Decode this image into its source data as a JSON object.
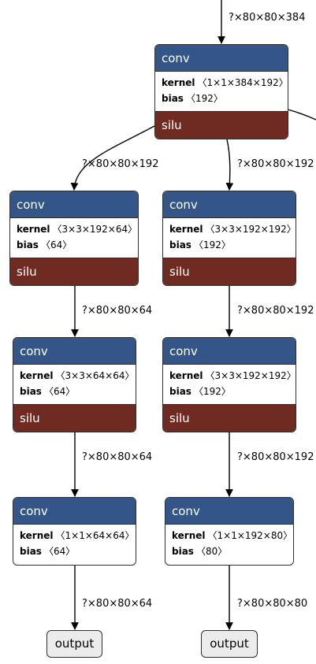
{
  "colors": {
    "header": "#335588",
    "activation": "#6f2a22",
    "output_fill": "#ececec",
    "stroke": "#2e2e2e"
  },
  "edges": [
    {
      "label": "?×80×80×384"
    },
    {
      "label": "?×80×80×192"
    },
    {
      "label": "?×80×80×192"
    },
    {
      "label": "?×80×80×64"
    },
    {
      "label": "?×80×80×192"
    },
    {
      "label": "?×80×80×64"
    },
    {
      "label": "?×80×80×192"
    },
    {
      "label": "?×80×80×64"
    },
    {
      "label": "?×80×80×80"
    }
  ],
  "nodes": {
    "top": {
      "title": "conv",
      "kernel_key": "kernel",
      "kernel_val": "〈1×1×384×192〉",
      "bias_key": "bias",
      "bias_val": "〈192〉",
      "activation": "silu"
    },
    "left1": {
      "title": "conv",
      "kernel_key": "kernel",
      "kernel_val": "〈3×3×192×64〉",
      "bias_key": "bias",
      "bias_val": "〈64〉",
      "activation": "silu"
    },
    "right1": {
      "title": "conv",
      "kernel_key": "kernel",
      "kernel_val": "〈3×3×192×192〉",
      "bias_key": "bias",
      "bias_val": "〈192〉",
      "activation": "silu"
    },
    "left2": {
      "title": "conv",
      "kernel_key": "kernel",
      "kernel_val": "〈3×3×64×64〉",
      "bias_key": "bias",
      "bias_val": "〈64〉",
      "activation": "silu"
    },
    "right2": {
      "title": "conv",
      "kernel_key": "kernel",
      "kernel_val": "〈3×3×192×192〉",
      "bias_key": "bias",
      "bias_val": "〈192〉",
      "activation": "silu"
    },
    "left3": {
      "title": "conv",
      "kernel_key": "kernel",
      "kernel_val": "〈1×1×64×64〉",
      "bias_key": "bias",
      "bias_val": "〈64〉"
    },
    "right3": {
      "title": "conv",
      "kernel_key": "kernel",
      "kernel_val": "〈1×1×192×80〉",
      "bias_key": "bias",
      "bias_val": "〈80〉"
    }
  },
  "outputs": [
    {
      "label": "output"
    },
    {
      "label": "output"
    }
  ]
}
